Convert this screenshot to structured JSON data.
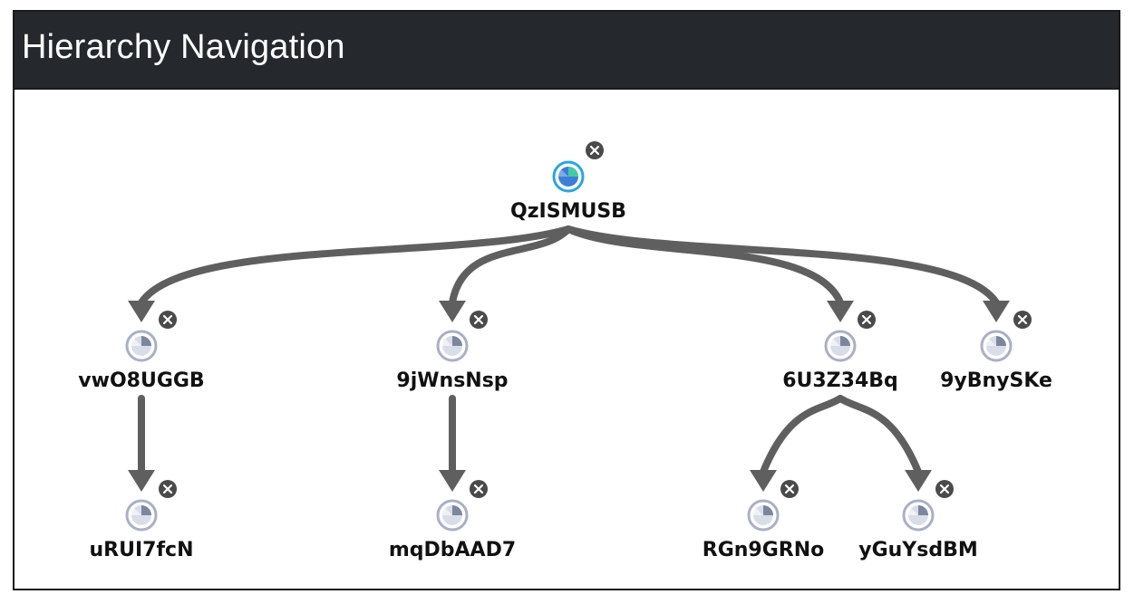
{
  "header": {
    "title": "Hierarchy Navigation"
  },
  "icons": {
    "node": "pie-node-icon",
    "root": "pie-node-icon-active",
    "remove": "close-circle-icon"
  },
  "colors": {
    "header_bg": "#25282c",
    "edge": "#5f5f5f",
    "root_ring": "#2aa6e0",
    "root_fill": "#3b7fd6",
    "root_slice": "#46c9a4",
    "node_ring": "#a9b0c6",
    "node_fill": "#d9dde8",
    "node_slice": "#7c869e",
    "remove_bg": "#4a4a4a"
  },
  "tree": {
    "nodes": [
      {
        "id": "n0",
        "label": "QzISMUSB",
        "root": true
      },
      {
        "id": "n1",
        "label": "vwO8UGGB",
        "parent": "n0"
      },
      {
        "id": "n2",
        "label": "9jWnsNsp",
        "parent": "n0"
      },
      {
        "id": "n3",
        "label": "6U3Z34Bq",
        "parent": "n0"
      },
      {
        "id": "n4",
        "label": "9yBnySKe",
        "parent": "n0"
      },
      {
        "id": "n5",
        "label": "uRUI7fcN",
        "parent": "n1"
      },
      {
        "id": "n6",
        "label": "mqDbAAD7",
        "parent": "n2"
      },
      {
        "id": "n7",
        "label": "RGn9GRNo",
        "parent": "n3"
      },
      {
        "id": "n8",
        "label": "yGuYsdBM",
        "parent": "n3"
      }
    ]
  }
}
